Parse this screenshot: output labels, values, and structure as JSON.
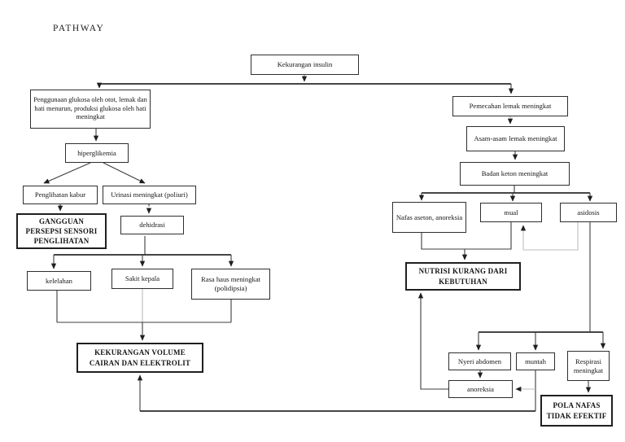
{
  "page": {
    "title": "PATHWAY",
    "background_color": "#ffffff",
    "ink_color": "#2e2e2e"
  },
  "nodes": {
    "kekurangan_insulin": {
      "label": "Kekurangan insulin"
    },
    "penggunaan_glukosa": {
      "label": "Penggunaan glukosa oleh otot, lemak dan hati menurun, produksi glukosa oleh hati meningkat"
    },
    "hiperglikemia": {
      "label": "hiperglikemia"
    },
    "penglihatan_kabur": {
      "label": "Penglihatan kabur"
    },
    "urinasi_meningkat": {
      "label": "Urinasi meningkat (poliuri)"
    },
    "gangguan_persepsi": {
      "label": "GANGGUAN PERSEPSI SENSORI PENGLIHATAN"
    },
    "dehidrasi": {
      "label": "dehidrasi"
    },
    "kelelahan": {
      "label": "kelelahan"
    },
    "sakit_kepala": {
      "label": "Sakit kepala"
    },
    "rasa_haus": {
      "label": "Rasa haus meningkat (polidipsia)"
    },
    "kekurangan_volume": {
      "label": "KEKURANGAN VOLUME CAIRAN DAN ELEKTROLIT"
    },
    "pemecahan_lemak": {
      "label": "Pemecahan lemak meningkat"
    },
    "asam_lemak": {
      "label": "Asam-asam lemak meningkat"
    },
    "badan_keton": {
      "label": "Badan keton meningkat"
    },
    "nafas_aseton": {
      "label": "Nafas aseton, anoreksia"
    },
    "mual": {
      "label": "mual"
    },
    "asidosis": {
      "label": "asidosis"
    },
    "nutrisi_kurang": {
      "label": "NUTRISI KURANG DARI KEBUTUHAN"
    },
    "nyeri_abdomen": {
      "label": "Nyeri abdomen"
    },
    "muntah": {
      "label": "muntah"
    },
    "respirasi_meningkat": {
      "label": "Respirasi meningkat"
    },
    "anoreksia": {
      "label": "anoreksia"
    },
    "pola_nafas": {
      "label": "POLA NAFAS TIDAK EFEKTIF"
    }
  },
  "edges": [
    {
      "from": "kekurangan_insulin",
      "to": "penggunaan_glukosa"
    },
    {
      "from": "kekurangan_insulin",
      "to": "pemecahan_lemak"
    },
    {
      "from": "penggunaan_glukosa",
      "to": "hiperglikemia"
    },
    {
      "from": "hiperglikemia",
      "to": "penglihatan_kabur"
    },
    {
      "from": "hiperglikemia",
      "to": "urinasi_meningkat"
    },
    {
      "from": "penglihatan_kabur",
      "to": "gangguan_persepsi"
    },
    {
      "from": "urinasi_meningkat",
      "to": "dehidrasi"
    },
    {
      "from": "dehidrasi",
      "to": "kelelahan"
    },
    {
      "from": "dehidrasi",
      "to": "sakit_kepala"
    },
    {
      "from": "dehidrasi",
      "to": "rasa_haus"
    },
    {
      "from": "kelelahan",
      "to": "kekurangan_volume"
    },
    {
      "from": "sakit_kepala",
      "to": "kekurangan_volume"
    },
    {
      "from": "rasa_haus",
      "to": "kekurangan_volume"
    },
    {
      "from": "muntah",
      "to": "kekurangan_volume"
    },
    {
      "from": "pemecahan_lemak",
      "to": "asam_lemak"
    },
    {
      "from": "asam_lemak",
      "to": "badan_keton"
    },
    {
      "from": "badan_keton",
      "to": "nafas_aseton"
    },
    {
      "from": "badan_keton",
      "to": "mual"
    },
    {
      "from": "badan_keton",
      "to": "asidosis"
    },
    {
      "from": "nafas_aseton",
      "to": "nutrisi_kurang"
    },
    {
      "from": "mual",
      "to": "nutrisi_kurang"
    },
    {
      "from": "asidosis",
      "to": "mual"
    },
    {
      "from": "asidosis",
      "to": "nyeri_abdomen"
    },
    {
      "from": "asidosis",
      "to": "muntah"
    },
    {
      "from": "asidosis",
      "to": "respirasi_meningkat"
    },
    {
      "from": "nyeri_abdomen",
      "to": "anoreksia"
    },
    {
      "from": "muntah",
      "to": "anoreksia"
    },
    {
      "from": "anoreksia",
      "to": "nutrisi_kurang"
    },
    {
      "from": "respirasi_meningkat",
      "to": "pola_nafas"
    }
  ]
}
